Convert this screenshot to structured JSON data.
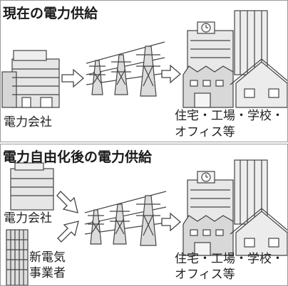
{
  "before": {
    "title": "現在の電力供給",
    "utility_label": "電力会社",
    "consumers_line1": "住宅・工場・学校・",
    "consumers_line2": "オフィス等"
  },
  "after": {
    "title": "電力自由化後の電力供給",
    "utility_label": "電力会社",
    "new_entrant_line1": "新電気",
    "new_entrant_line2": "事業者",
    "consumers_line1": "住宅・工場・学校・",
    "consumers_line2": "オフィス等"
  },
  "colors": {
    "line": "#444444",
    "fill_light": "#e6e6e6",
    "fill_mid": "#cfcfcf",
    "border": "#9a9a9a"
  }
}
